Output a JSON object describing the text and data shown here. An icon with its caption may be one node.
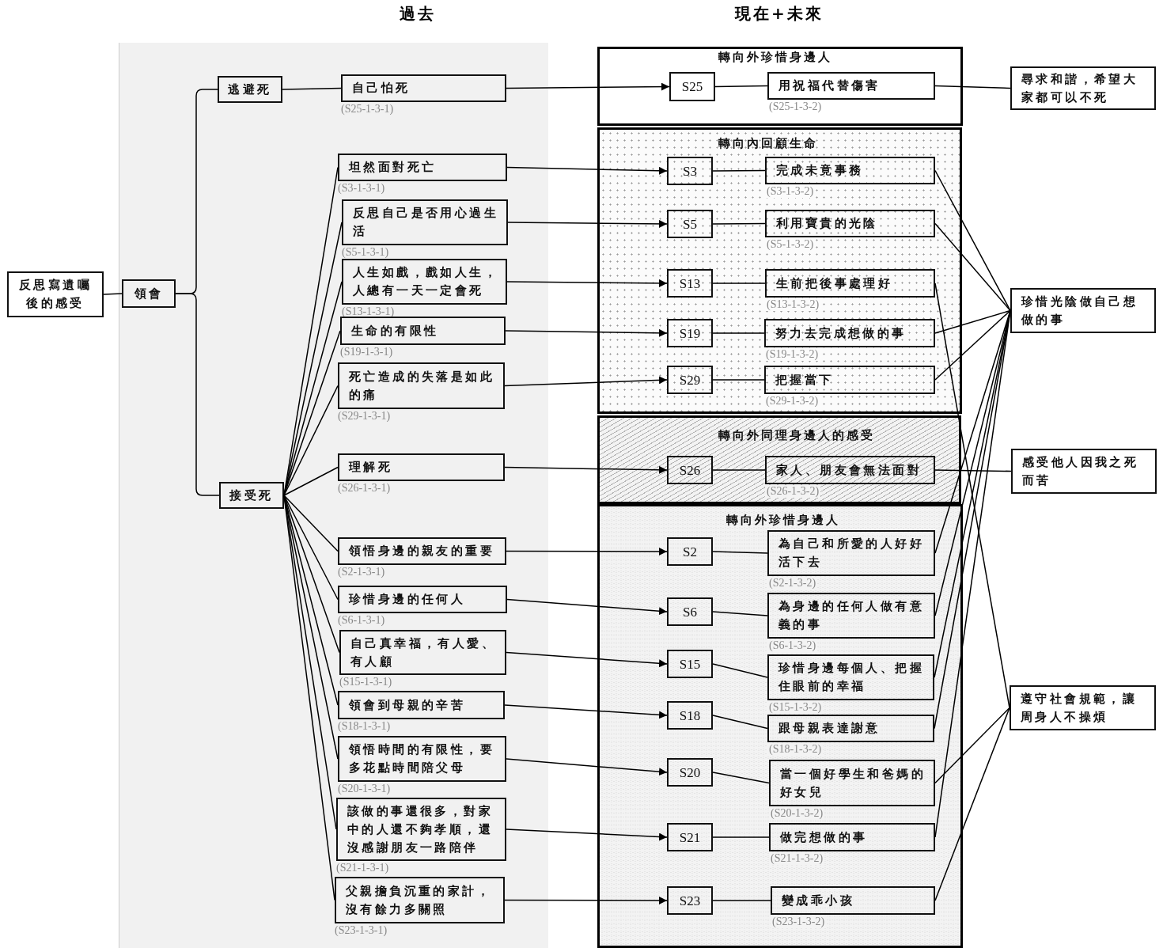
{
  "diagram": {
    "nodes": [
      {
        "text": [
          "反思寫遺囑後的感受"
        ]
      },
      {
        "text": [
          "領會"
        ]
      },
      {
        "text": [
          "逃避死"
        ]
      },
      {
        "text": [
          "接受死"
        ]
      },
      {
        "text": [
          "自己怕死"
        ],
        "beside": [
          "(S25-1-3-1)"
        ]
      },
      {
        "text": [
          "坦然面對死亡"
        ],
        "beside": [
          "(S3-1-3-1)"
        ]
      },
      {
        "text": [
          "反思自己是否用心過生活"
        ],
        "beside": [
          "(S5-1-3-1)"
        ]
      },
      {
        "text": [
          "人生如戲，戲如人生，人總有一天一定會死"
        ],
        "beside": [
          "(S13-1-3-1)"
        ]
      },
      {
        "text": [
          "生命的有限性"
        ],
        "beside": [
          "(S19-1-3-1)"
        ]
      },
      {
        "text": [
          "死亡造成的失落是如此的痛"
        ],
        "beside": [
          "(S29-1-3-1)"
        ]
      },
      {
        "text": [
          "理解死"
        ],
        "beside": [
          "(S26-1-3-1)"
        ]
      },
      {
        "text": [
          "領悟身邊的親友的重要"
        ],
        "beside": [
          "(S2-1-3-1)"
        ]
      },
      {
        "text": [
          "珍惜身邊的任何人"
        ],
        "beside": [
          "(S6-1-3-1)"
        ]
      },
      {
        "text": [
          "自己真幸福，有人愛、有人顧"
        ],
        "beside": [
          "(S15-1-3-1)"
        ]
      },
      {
        "text": [
          "領會到母親的辛苦"
        ],
        "beside": [
          "(S18-1-3-1)"
        ]
      },
      {
        "text": [
          "領悟時間的有限性，要多花點時間陪父母"
        ],
        "beside": [
          "(S20-1-3-1)"
        ]
      },
      {
        "text": [
          "該做的事還很多，對家中的人還不夠孝順，還沒感謝朋友一路陪伴"
        ],
        "beside": [
          "(S21-1-3-1)"
        ]
      },
      {
        "text": [
          "父親擔負沉重的家計，沒有餘力多關照"
        ],
        "beside": [
          "(S23-1-3-1)"
        ]
      },
      {
        "text": [
          "轉向外珍惜身邊人"
        ]
      },
      {
        "text": [
          "S25"
        ],
        "in": 18
      },
      {
        "text": [
          "用祝福代替傷害"
        ],
        "in": 18,
        "beside": [
          "(S25-1-3-2)"
        ]
      },
      {
        "text": [
          "轉向內回顧生命"
        ]
      },
      {
        "text": [
          "S3"
        ],
        "in": 21
      },
      {
        "text": [
          "完成未竟事務"
        ],
        "in": 21,
        "beside": [
          "(S3-1-3-2)"
        ]
      },
      {
        "text": [
          "S5"
        ],
        "in": 21
      },
      {
        "text": [
          "利用寶貴的光陰"
        ],
        "in": 21,
        "beside": [
          "(S5-1-3-2)"
        ]
      },
      {
        "text": [
          "S13"
        ],
        "in": 21
      },
      {
        "text": [
          "生前把後事處理好"
        ],
        "in": 21,
        "beside": [
          "(S13-1-3-2)"
        ]
      },
      {
        "text": [
          "S19"
        ],
        "in": 21
      },
      {
        "text": [
          "努力去完成想做的事"
        ],
        "in": 21,
        "beside": [
          "(S19-1-3-2)"
        ]
      },
      {
        "text": [
          "S29"
        ],
        "in": 21
      },
      {
        "text": [
          "把握當下"
        ],
        "in": 21,
        "beside": [
          "(S29-1-3-2)"
        ]
      },
      {
        "text": [
          "轉向外同理身邊人的感受"
        ]
      },
      {
        "text": [
          "S26"
        ],
        "in": 32
      },
      {
        "text": [
          "家人、朋友會無法面對"
        ],
        "in": 32,
        "beside": [
          "(S26-1-3-2)"
        ]
      },
      {
        "text": [
          "轉向外珍惜身邊人"
        ]
      },
      {
        "text": [
          "S2"
        ],
        "in": 35
      },
      {
        "text": [
          "為自己和所愛的人好好活下去"
        ],
        "in": 35,
        "beside": [
          "(S2-1-3-2)"
        ]
      },
      {
        "text": [
          "S6"
        ],
        "in": 35
      },
      {
        "text": [
          "為身邊的任何人做有意義的事"
        ],
        "in": 35,
        "beside": [
          "(S6-1-3-2)"
        ]
      },
      {
        "text": [
          "S15"
        ],
        "in": 35
      },
      {
        "text": [
          "珍惜身邊每個人、把握住眼前的幸福"
        ],
        "in": 35,
        "beside": [
          "(S15-1-3-2)"
        ]
      },
      {
        "text": [
          "S18"
        ],
        "in": 35
      },
      {
        "text": [
          "跟母親表達謝意"
        ],
        "in": 35,
        "beside": [
          "(S18-1-3-2)"
        ]
      },
      {
        "text": [
          "S20"
        ],
        "in": 35
      },
      {
        "text": [
          "當一個好學生和爸媽的好女兒"
        ],
        "in": 35,
        "beside": [
          "(S20-1-3-2)"
        ]
      },
      {
        "text": [
          "S21"
        ],
        "in": 35
      },
      {
        "text": [
          "做完想做的事"
        ],
        "in": 35,
        "beside": [
          "(S21-1-3-2)"
        ]
      },
      {
        "text": [
          "S23"
        ],
        "in": 35
      },
      {
        "text": [
          "變成乖小孩"
        ],
        "in": 35,
        "beside": [
          "(S23-1-3-2)"
        ]
      },
      {
        "text": [
          "尋求和諧，希望大家都可以不死"
        ]
      },
      {
        "text": [
          "珍惜光陰做自己想做的事"
        ]
      },
      {
        "text": [
          "感受他人因我之死而苦"
        ]
      },
      {
        "text": [
          "遵守社會規範，讓周身人不操煩"
        ]
      }
    ],
    "edges": [
      {
        "from": 0,
        "to": 1,
        "arrow": "none"
      },
      {
        "from": 1,
        "to": 2,
        "arrow": "none"
      },
      {
        "from": 1,
        "to": 3,
        "arrow": "none"
      },
      {
        "from": 2,
        "to": 4,
        "arrow": "none"
      },
      {
        "from": 3,
        "to": 5,
        "arrow": "none"
      },
      {
        "from": 3,
        "to": 6,
        "arrow": "none"
      },
      {
        "from": 3,
        "to": 7,
        "arrow": "none"
      },
      {
        "from": 3,
        "to": 8,
        "arrow": "none"
      },
      {
        "from": 3,
        "to": 9,
        "arrow": "none"
      },
      {
        "from": 3,
        "to": 10,
        "arrow": "none"
      },
      {
        "from": 3,
        "to": 11,
        "arrow": "none"
      },
      {
        "from": 3,
        "to": 12,
        "arrow": "none"
      },
      {
        "from": 3,
        "to": 13,
        "arrow": "none"
      },
      {
        "from": 3,
        "to": 14,
        "arrow": "none"
      },
      {
        "from": 3,
        "to": 15,
        "arrow": "none"
      },
      {
        "from": 3,
        "to": 16,
        "arrow": "none"
      },
      {
        "from": 3,
        "to": 17,
        "arrow": "none"
      },
      {
        "from": 4,
        "to": 19,
        "arrow": "to"
      },
      {
        "from": 5,
        "to": 22,
        "arrow": "to"
      },
      {
        "from": 6,
        "to": 24,
        "arrow": "to"
      },
      {
        "from": 7,
        "to": 26,
        "arrow": "to"
      },
      {
        "from": 8,
        "to": 28,
        "arrow": "to"
      },
      {
        "from": 9,
        "to": 30,
        "arrow": "to"
      },
      {
        "from": 10,
        "to": 33,
        "arrow": "to"
      },
      {
        "from": 11,
        "to": 36,
        "arrow": "to"
      },
      {
        "from": 12,
        "to": 38,
        "arrow": "to"
      },
      {
        "from": 13,
        "to": 40,
        "arrow": "to"
      },
      {
        "from": 14,
        "to": 42,
        "arrow": "to"
      },
      {
        "from": 15,
        "to": 44,
        "arrow": "to"
      },
      {
        "from": 16,
        "to": 46,
        "arrow": "to"
      },
      {
        "from": 17,
        "to": 48,
        "arrow": "to"
      },
      {
        "from": 19,
        "to": 20,
        "arrow": "none"
      },
      {
        "from": 22,
        "to": 23,
        "arrow": "none"
      },
      {
        "from": 24,
        "to": 25,
        "arrow": "none"
      },
      {
        "from": 26,
        "to": 27,
        "arrow": "none"
      },
      {
        "from": 28,
        "to": 29,
        "arrow": "none"
      },
      {
        "from": 30,
        "to": 31,
        "arrow": "none"
      },
      {
        "from": 33,
        "to": 34,
        "arrow": "none"
      },
      {
        "from": 36,
        "to": 37,
        "arrow": "none"
      },
      {
        "from": 38,
        "to": 39,
        "arrow": "none"
      },
      {
        "from": 40,
        "to": 41,
        "arrow": "none"
      },
      {
        "from": 42,
        "to": 43,
        "arrow": "none"
      },
      {
        "from": 44,
        "to": 45,
        "arrow": "none"
      },
      {
        "from": 46,
        "to": 47,
        "arrow": "none"
      },
      {
        "from": 48,
        "to": 49,
        "arrow": "none"
      },
      {
        "from": 20,
        "to": 50,
        "arrow": "none"
      },
      {
        "from": 23,
        "to": 51,
        "arrow": "none"
      },
      {
        "from": 25,
        "to": 51,
        "arrow": "none"
      },
      {
        "from": 27,
        "to": 53,
        "arrow": "none"
      },
      {
        "from": 29,
        "to": 51,
        "arrow": "none"
      },
      {
        "from": 31,
        "to": 51,
        "arrow": "none"
      },
      {
        "from": 34,
        "to": 52,
        "arrow": "none"
      },
      {
        "from": 37,
        "to": 51,
        "arrow": "none"
      },
      {
        "from": 39,
        "to": 51,
        "arrow": "none"
      },
      {
        "from": 41,
        "to": 51,
        "arrow": "none"
      },
      {
        "from": 43,
        "to": 51,
        "arrow": "none"
      },
      {
        "from": 45,
        "to": 53,
        "arrow": "none"
      },
      {
        "from": 47,
        "to": 51,
        "arrow": "none"
      },
      {
        "from": 49,
        "to": 53,
        "arrow": "none"
      }
    ],
    "labels": [
      "過去",
      "現在+未來"
    ]
  }
}
